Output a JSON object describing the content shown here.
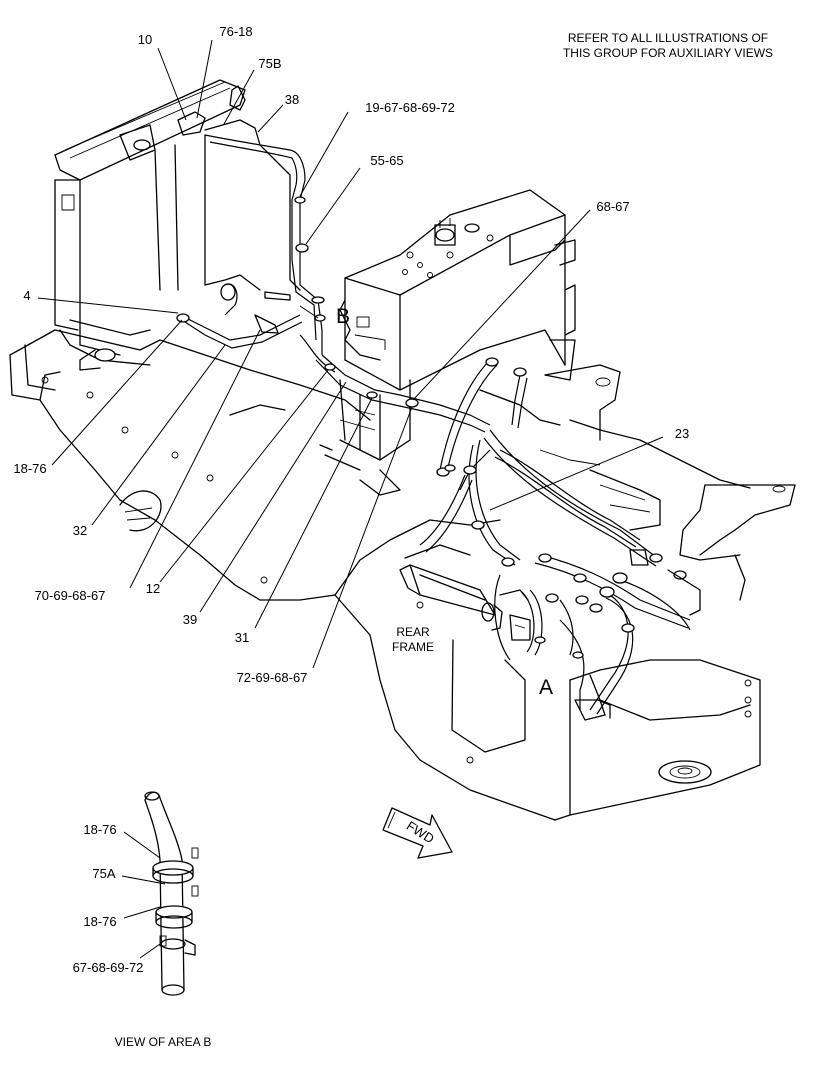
{
  "note": {
    "line1": "REFER TO ALL ILLUSTRATIONS OF",
    "line2": "THIS GROUP FOR AUXILIARY VIEWS"
  },
  "callouts": {
    "c10": "10",
    "c76_18": "76-18",
    "c75B": "75B",
    "c38": "38",
    "c19_67_68_69_72": "19-67-68-69-72",
    "c55_65": "55-65",
    "c68_67": "68-67",
    "c4": "4",
    "c18_76": "18-76",
    "c32": "32",
    "c70_69_68_67": "70-69-68-67",
    "c12": "12",
    "c39": "39",
    "c31": "31",
    "c72_69_68_67": "72-69-68-67",
    "c23": "23"
  },
  "area_labels": {
    "A": "A",
    "B": "B"
  },
  "rear_frame": {
    "line1": "REAR",
    "line2": "FRAME"
  },
  "fwd_arrow": "FWD",
  "detail_view": {
    "callout_top": "18-76",
    "callout_75A": "75A",
    "callout_mid": "18-76",
    "callout_bottom": "67-68-69-72",
    "caption": "VIEW OF AREA  B"
  }
}
